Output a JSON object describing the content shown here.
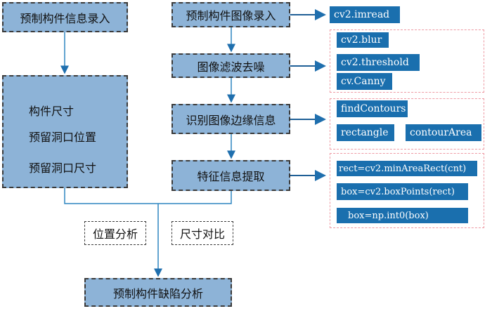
{
  "left": {
    "input": "预制构件信息录入",
    "items": [
      "构件尺寸",
      "预留洞口位置",
      "预留洞口尺寸"
    ]
  },
  "right": {
    "steps": [
      "预制构件图像录入",
      "图像滤波去噪",
      "识别图像边缘信息",
      "特征信息提取"
    ]
  },
  "labels": {
    "position": "位置分析",
    "size": "尺寸对比"
  },
  "result": "预制构件缺陷分析",
  "code": {
    "read": "cv2.imread",
    "filter": [
      "cv2.blur",
      "cv2.threshold",
      "cv.Canny"
    ],
    "edge": [
      "findContours",
      "rectangle",
      "contourArea"
    ],
    "feature": [
      "rect=cv2.minAreaRect(cnt)",
      "box=cv2.boxPoints(rect)",
      "box=np.int0(box)"
    ]
  }
}
